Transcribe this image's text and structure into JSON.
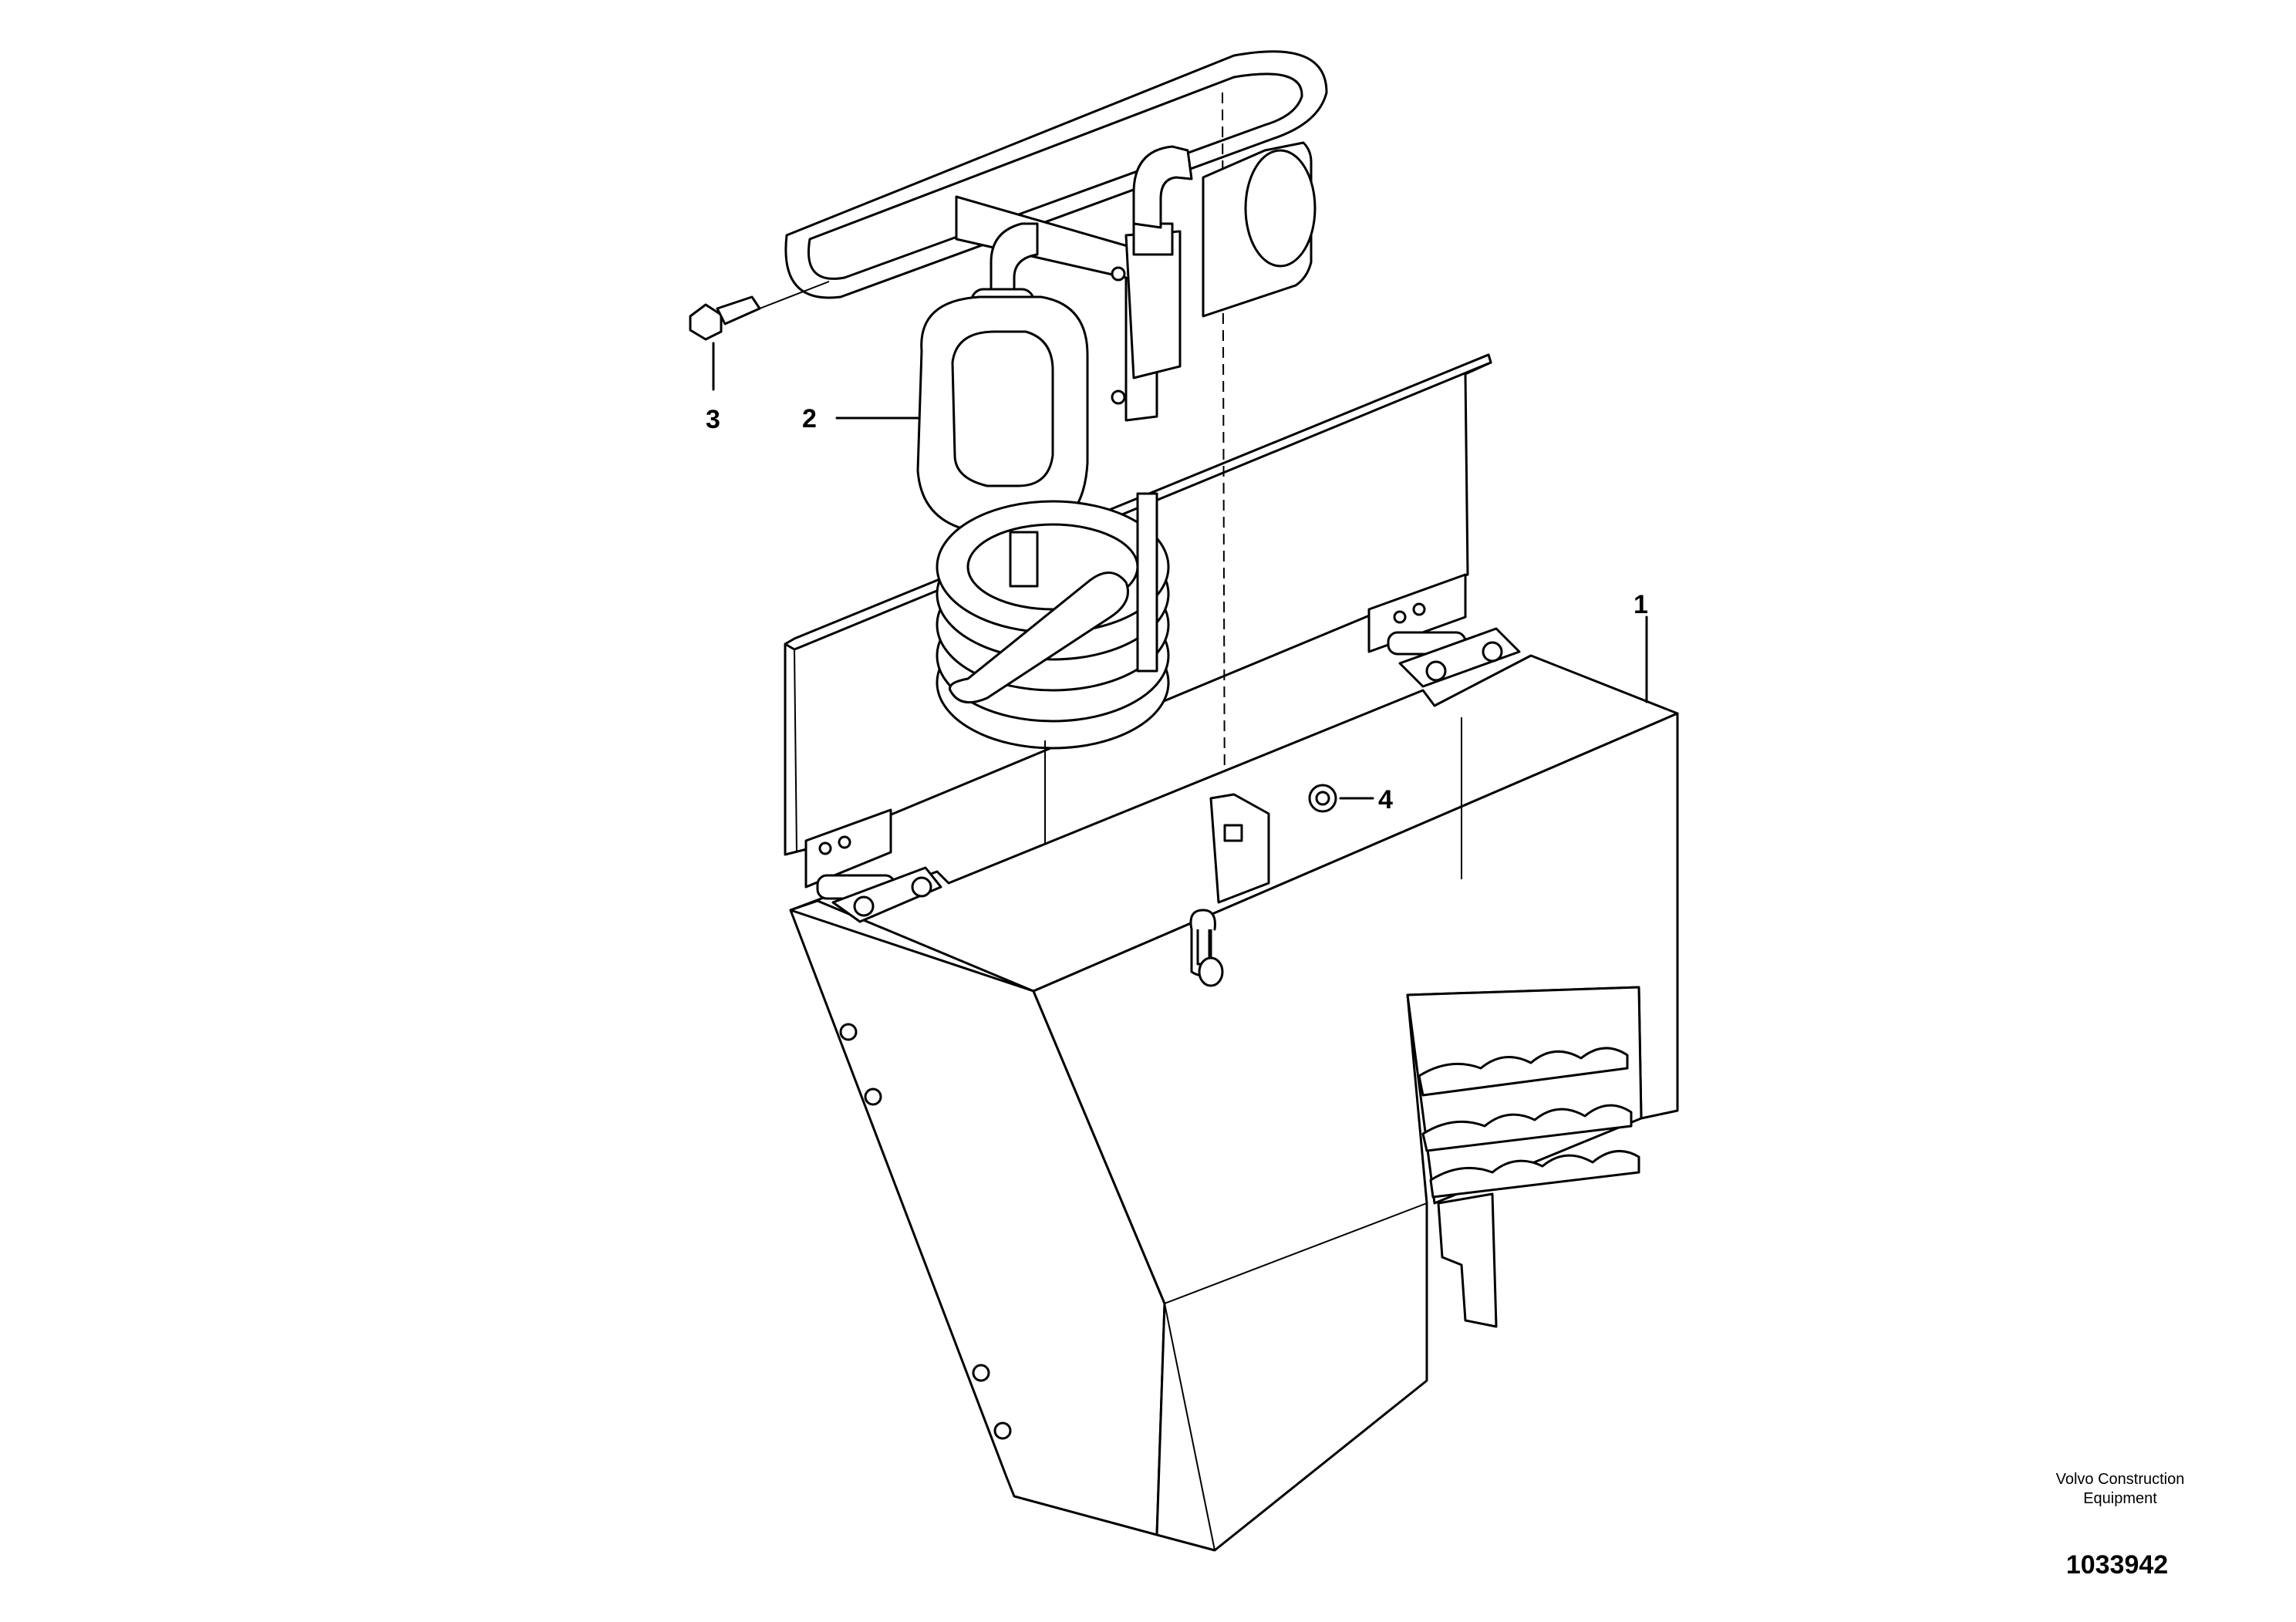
{
  "callouts": [
    {
      "id": "1",
      "label": "1"
    },
    {
      "id": "2",
      "label": "2"
    },
    {
      "id": "3",
      "label": "3"
    },
    {
      "id": "4",
      "label": "4"
    }
  ],
  "footer": {
    "maker_line1": "Volvo Construction",
    "maker_line2": "Equipment",
    "figure_number": "1033942"
  }
}
